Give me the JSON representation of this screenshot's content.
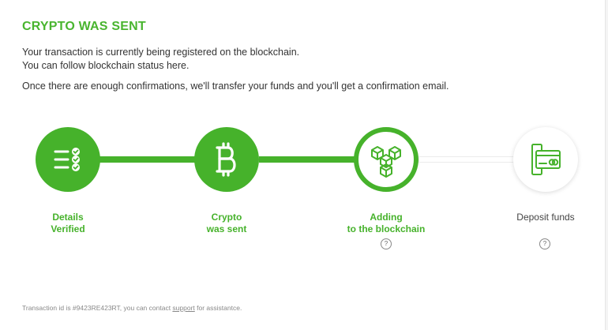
{
  "header": {
    "title": "CRYPTO WAS SENT",
    "line1": "Your transaction is currently being registered on the blockchain.",
    "line2": "You can follow blockchain status here.",
    "line3": "Once there are enough confirmations, we'll transfer your funds and you'll get a confirmation email."
  },
  "steps": [
    {
      "label_line1": "Details",
      "label_line2": "Verified",
      "icon": "checklist-icon",
      "status": "done"
    },
    {
      "label_line1": "Crypto",
      "label_line2": "was sent",
      "icon": "bitcoin-icon",
      "status": "done"
    },
    {
      "label_line1": "Adding",
      "label_line2": "to the blockchain",
      "icon": "blocks-icon",
      "status": "current",
      "help": "?"
    },
    {
      "label_line1": "Deposit funds",
      "label_line2": "",
      "icon": "card-deposit-icon",
      "status": "pending",
      "help": "?"
    }
  ],
  "footer": {
    "prefix": "Transaction id is #9423RE423RT, you can contact ",
    "link": "support",
    "suffix": " for assistantce."
  },
  "colors": {
    "accent": "#46b22b",
    "text": "#333333",
    "muted": "#888888"
  }
}
